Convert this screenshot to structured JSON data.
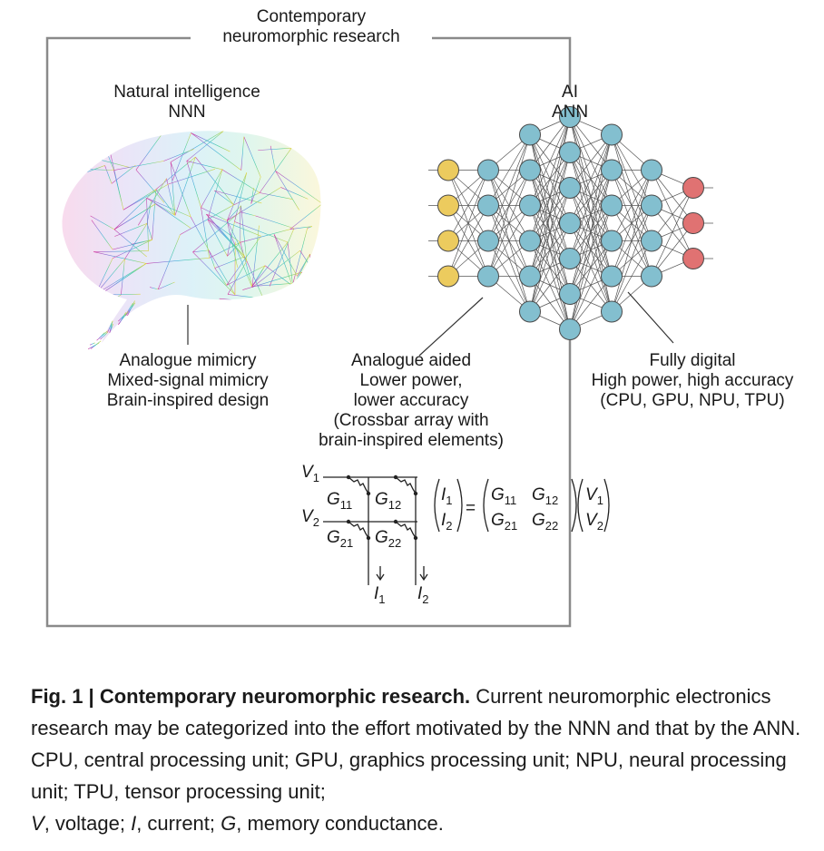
{
  "frame": {
    "title_line1": "Contemporary",
    "title_line2": "neuromorphic research"
  },
  "nnn": {
    "heading_line1": "Natural intelligence",
    "heading_line2": "NNN",
    "desc": [
      "Analogue mimicry",
      "Mixed-signal mimicry",
      "Brain-inspired design"
    ]
  },
  "ann": {
    "heading_line1": "AI",
    "heading_line2": "ANN",
    "layers": [
      4,
      4,
      6,
      7,
      6,
      4,
      3
    ],
    "colors": {
      "input": "#eccb5e",
      "hidden": "#83bfcf",
      "output": "#e07272"
    }
  },
  "analogue": {
    "lines": [
      "Analogue aided",
      "Lower power,",
      "lower accuracy",
      "(Crossbar array with",
      "brain-inspired elements)"
    ]
  },
  "digital": {
    "lines": [
      "Fully digital",
      "High power, high accuracy",
      "(CPU, GPU, NPU, TPU)"
    ]
  },
  "crossbar": {
    "v1": "V",
    "v1_sub": "1",
    "v2": "V",
    "v2_sub": "2",
    "g11": "G",
    "g11_sub": "11",
    "g12": "G",
    "g12_sub": "12",
    "g21": "G",
    "g21_sub": "21",
    "g22": "G",
    "g22_sub": "22",
    "i1": "I",
    "i1_sub": "1",
    "i2": "I",
    "i2_sub": "2",
    "equals": "="
  },
  "caption": {
    "label": "Fig. 1 | Contemporary neuromorphic research.",
    "text": " Current neuromorphic electronics research may be categorized into the effort motivated by the NNN and that by the ANN. CPU, central processing unit; GPU, graphics processing unit; NPU, neural processing unit; TPU, tensor processing unit;",
    "v": "V",
    "v_text": ", voltage; ",
    "i": "I",
    "i_text": ", current; ",
    "g": "G",
    "g_text": ", memory conductance."
  }
}
